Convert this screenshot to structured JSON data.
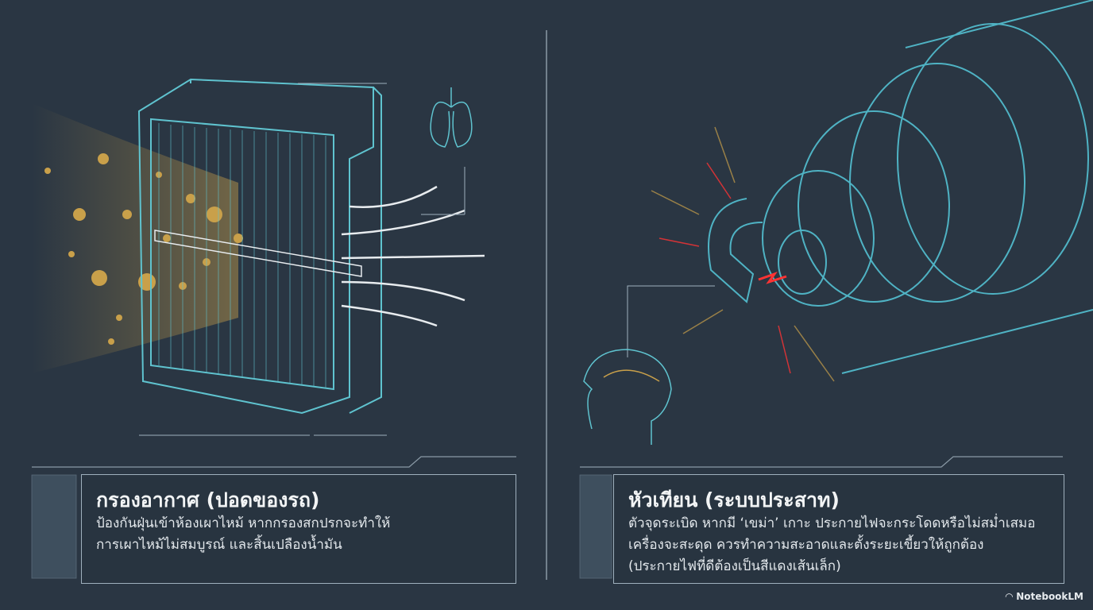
{
  "left": {
    "title": "กรองอากาศ (ปอดของรถ)",
    "lines": [
      "ป้องกันฝุ่นเข้าห้องเผาไหม้ หากกรองสกปรกจะทำให้",
      "การเผาไหม้ไม่สมบูรณ์ และสิ้นเปลืองน้ำมัน"
    ]
  },
  "right": {
    "title": "หัวเทียน (ระบบประสาท)",
    "lines": [
      "ตัวจุดระเบิด หากมี ‘เขม่า’ เกาะ ประกายไฟจะกระโดดหรือไม่สม่ำเสมอ",
      "เครื่องจะสะดุด ควรทำความสะอาดและตั้งระยะเขี้ยวให้ถูกต้อง",
      "(ประกายไฟที่ดีต้องเป็นสีแดงเส้นเล็ก)"
    ]
  },
  "brand": "NotebookLM",
  "colors": {
    "background": "#2a3643",
    "line": "#5fc3cf",
    "dust": "#c9a04a",
    "spark": "#ff3333"
  }
}
